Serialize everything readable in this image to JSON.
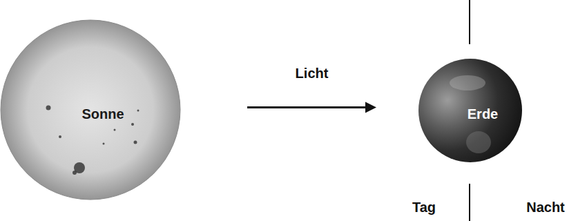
{
  "diagram": {
    "nodes": [
      {
        "text": [
          "Sonne"
        ]
      },
      {
        "text": [
          "Erde"
        ]
      }
    ],
    "edges": [
      {
        "from": 0,
        "to": 1,
        "arrow": "to",
        "label": "Licht"
      }
    ],
    "labels": [
      "Tag",
      "Nacht"
    ]
  }
}
